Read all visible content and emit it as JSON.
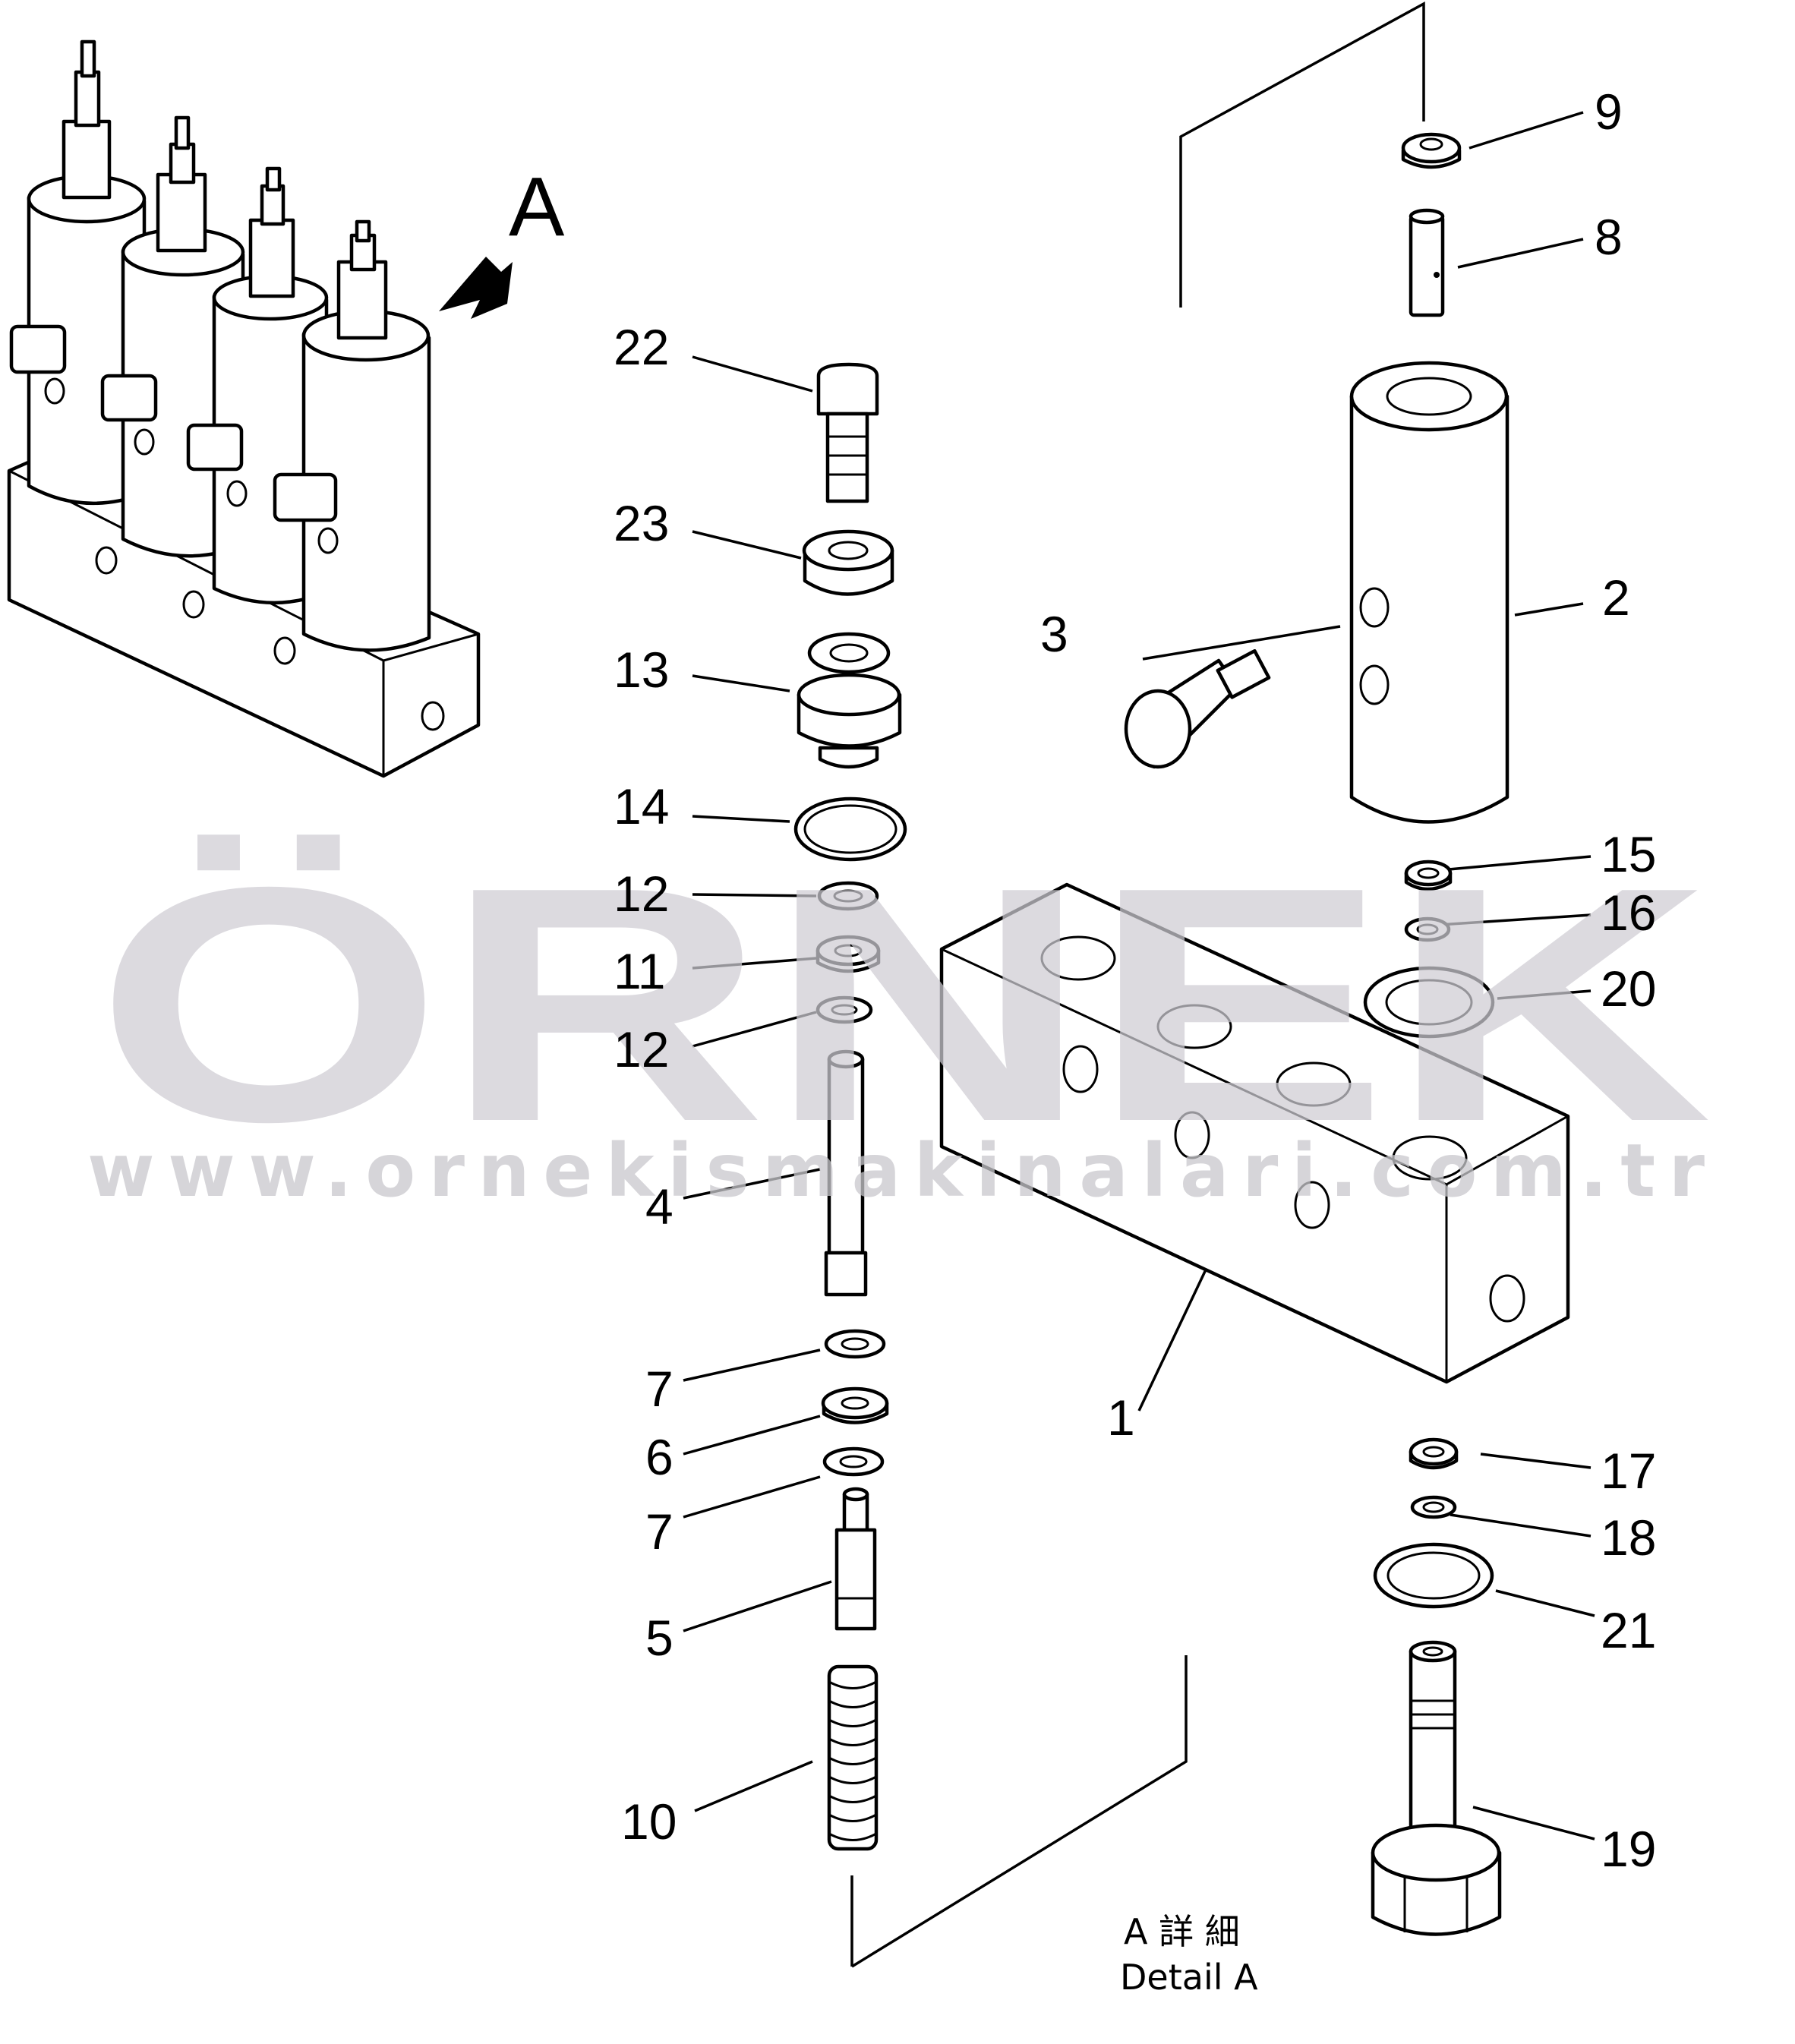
{
  "diagram": {
    "view_label": "A",
    "callouts": [
      "1",
      "2",
      "3",
      "4",
      "5",
      "6",
      "7",
      "7",
      "8",
      "9",
      "10",
      "11",
      "12",
      "12",
      "13",
      "14",
      "15",
      "16",
      "17",
      "18",
      "19",
      "20",
      "21",
      "22",
      "23"
    ],
    "detail_caption_jp": "A 詳 細",
    "detail_caption_en": "Detail A"
  },
  "watermark": {
    "brand": "ÖRNEK",
    "url": "www.ornekismakinalari.com.tr",
    "accent_color": "#f5d87a",
    "text_color": "#cfcdd4"
  }
}
